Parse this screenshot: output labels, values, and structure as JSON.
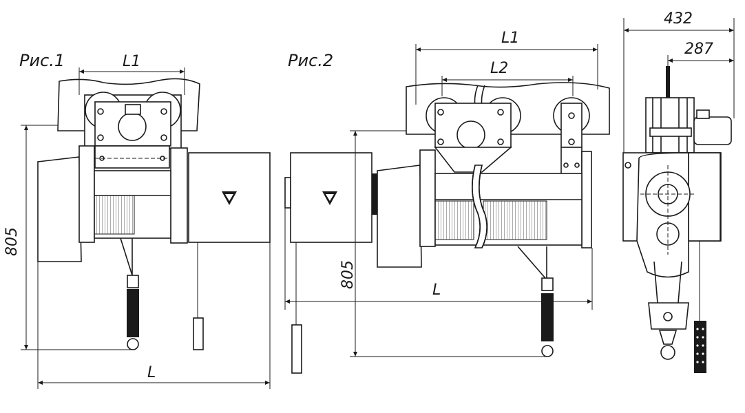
{
  "figures": {
    "fig1": {
      "caption": "Рис.1",
      "dim_top": "L1",
      "dim_height": "805",
      "dim_bottom": "L"
    },
    "fig2": {
      "caption": "Рис.2",
      "dim_top_outer": "L1",
      "dim_top_inner": "L2",
      "dim_height": "805",
      "dim_length": "L"
    },
    "side_view": {
      "dim_width_total": "432",
      "dim_width_partial": "287"
    }
  }
}
